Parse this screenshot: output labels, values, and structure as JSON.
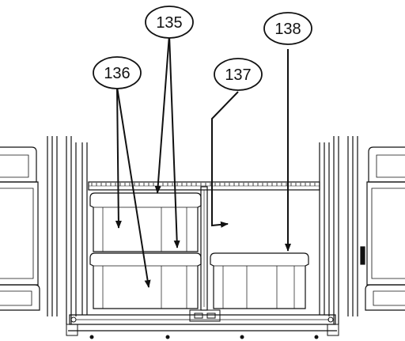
{
  "callouts": {
    "c135": "135",
    "c136": "136",
    "c137": "137",
    "c138": "138"
  },
  "colors": {
    "line": "#111111",
    "background": "#ffffff"
  }
}
